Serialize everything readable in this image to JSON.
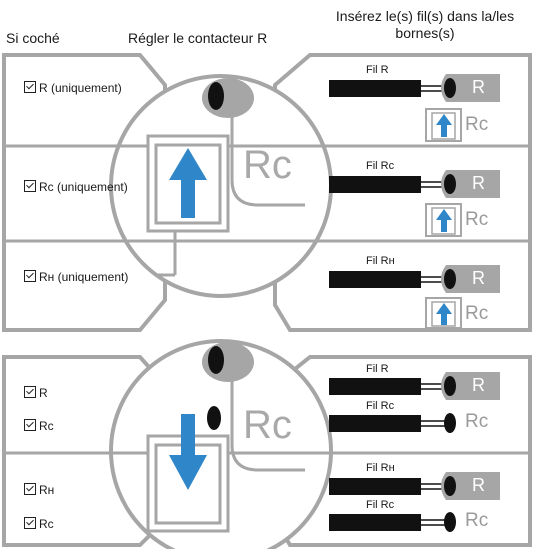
{
  "header": {
    "col_checked": "Si coché",
    "col_set": "Régler le contacteur R",
    "col_insert": "Insérez le(s) fil(s) dans la/les bornes(s)"
  },
  "top_panel": {
    "rows": [
      {
        "label": "R (uniquement)",
        "wire": "Fil R"
      },
      {
        "label": "Rc (uniquement)",
        "wire": "Fil Rc"
      },
      {
        "label": "Rн (uniquement)",
        "wire": "Fil Rн"
      }
    ],
    "switch_label": "Rc",
    "switch_direction": "up"
  },
  "bottom_panel": {
    "groups": [
      {
        "labels": [
          "R",
          "Rc"
        ],
        "wires": [
          "Fil R",
          "Fil Rc"
        ]
      },
      {
        "labels": [
          "Rн",
          "Rc"
        ],
        "wires": [
          "Fil Rн",
          "Fil Rc"
        ]
      }
    ],
    "switch_label": "Rc",
    "switch_direction": "down"
  },
  "terminals": {
    "r": "R",
    "rc": "Rc"
  },
  "colors": {
    "arrow": "#2f86c8",
    "panel_border": "#a6a6a6",
    "terminal_gray": "#a6a6a6",
    "wire": "#111111"
  }
}
